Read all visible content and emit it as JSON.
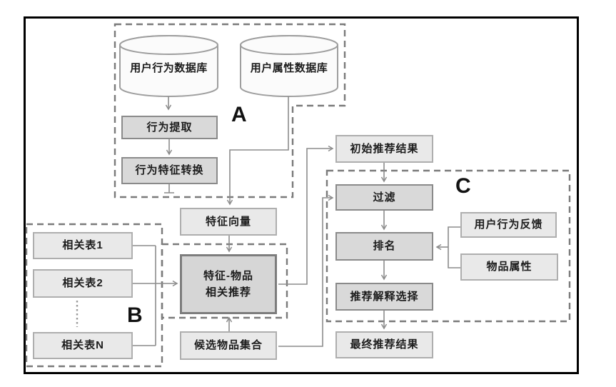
{
  "regions": {
    "a": {
      "label": "A"
    },
    "b": {
      "label": "B"
    },
    "c": {
      "label": "C"
    }
  },
  "nodes": {
    "db_user_behavior": {
      "label": "用户行为数据库"
    },
    "db_user_attribute": {
      "label": "用户属性数据库"
    },
    "behavior_extraction": {
      "label": "行为提取"
    },
    "behavior_feature_conversion": {
      "label": "行为特征转换"
    },
    "feature_vector": {
      "label": "特征向量"
    },
    "related_table_1": {
      "label": "相关表1"
    },
    "related_table_2": {
      "label": "相关表2"
    },
    "related_table_n": {
      "label": "相关表N"
    },
    "feature_item_recommendation": {
      "line1": "特征-物品",
      "line2": "相关推荐"
    },
    "candidate_item_set": {
      "label": "候选物品集合"
    },
    "initial_recommendation_results": {
      "label": "初始推荐结果"
    },
    "filter": {
      "label": "过滤"
    },
    "ranking": {
      "label": "排名"
    },
    "recommendation_explanation_selection": {
      "label": "推荐解释选择"
    },
    "final_recommendation_results": {
      "label": "最终推荐结果"
    },
    "user_behavior_feedback": {
      "label": "用户行为反馈"
    },
    "item_attributes": {
      "label": "物品属性"
    }
  },
  "colors": {
    "frame": "#000000",
    "connector": "#8c8c8c",
    "dashed_border": "#7a7a7a",
    "node_light_fill": "#e9e9e9",
    "node_light_border": "#aeaeae",
    "node_dark_fill": "#d9d9d9",
    "node_dark_border": "#8a8a8a",
    "node_main_fill": "#d6d6d6",
    "node_main_border": "#7d7d7d",
    "cylinder_fill": "#fbfbfb",
    "cylinder_border": "#9e9e9e",
    "text": "#1c1c1c"
  }
}
